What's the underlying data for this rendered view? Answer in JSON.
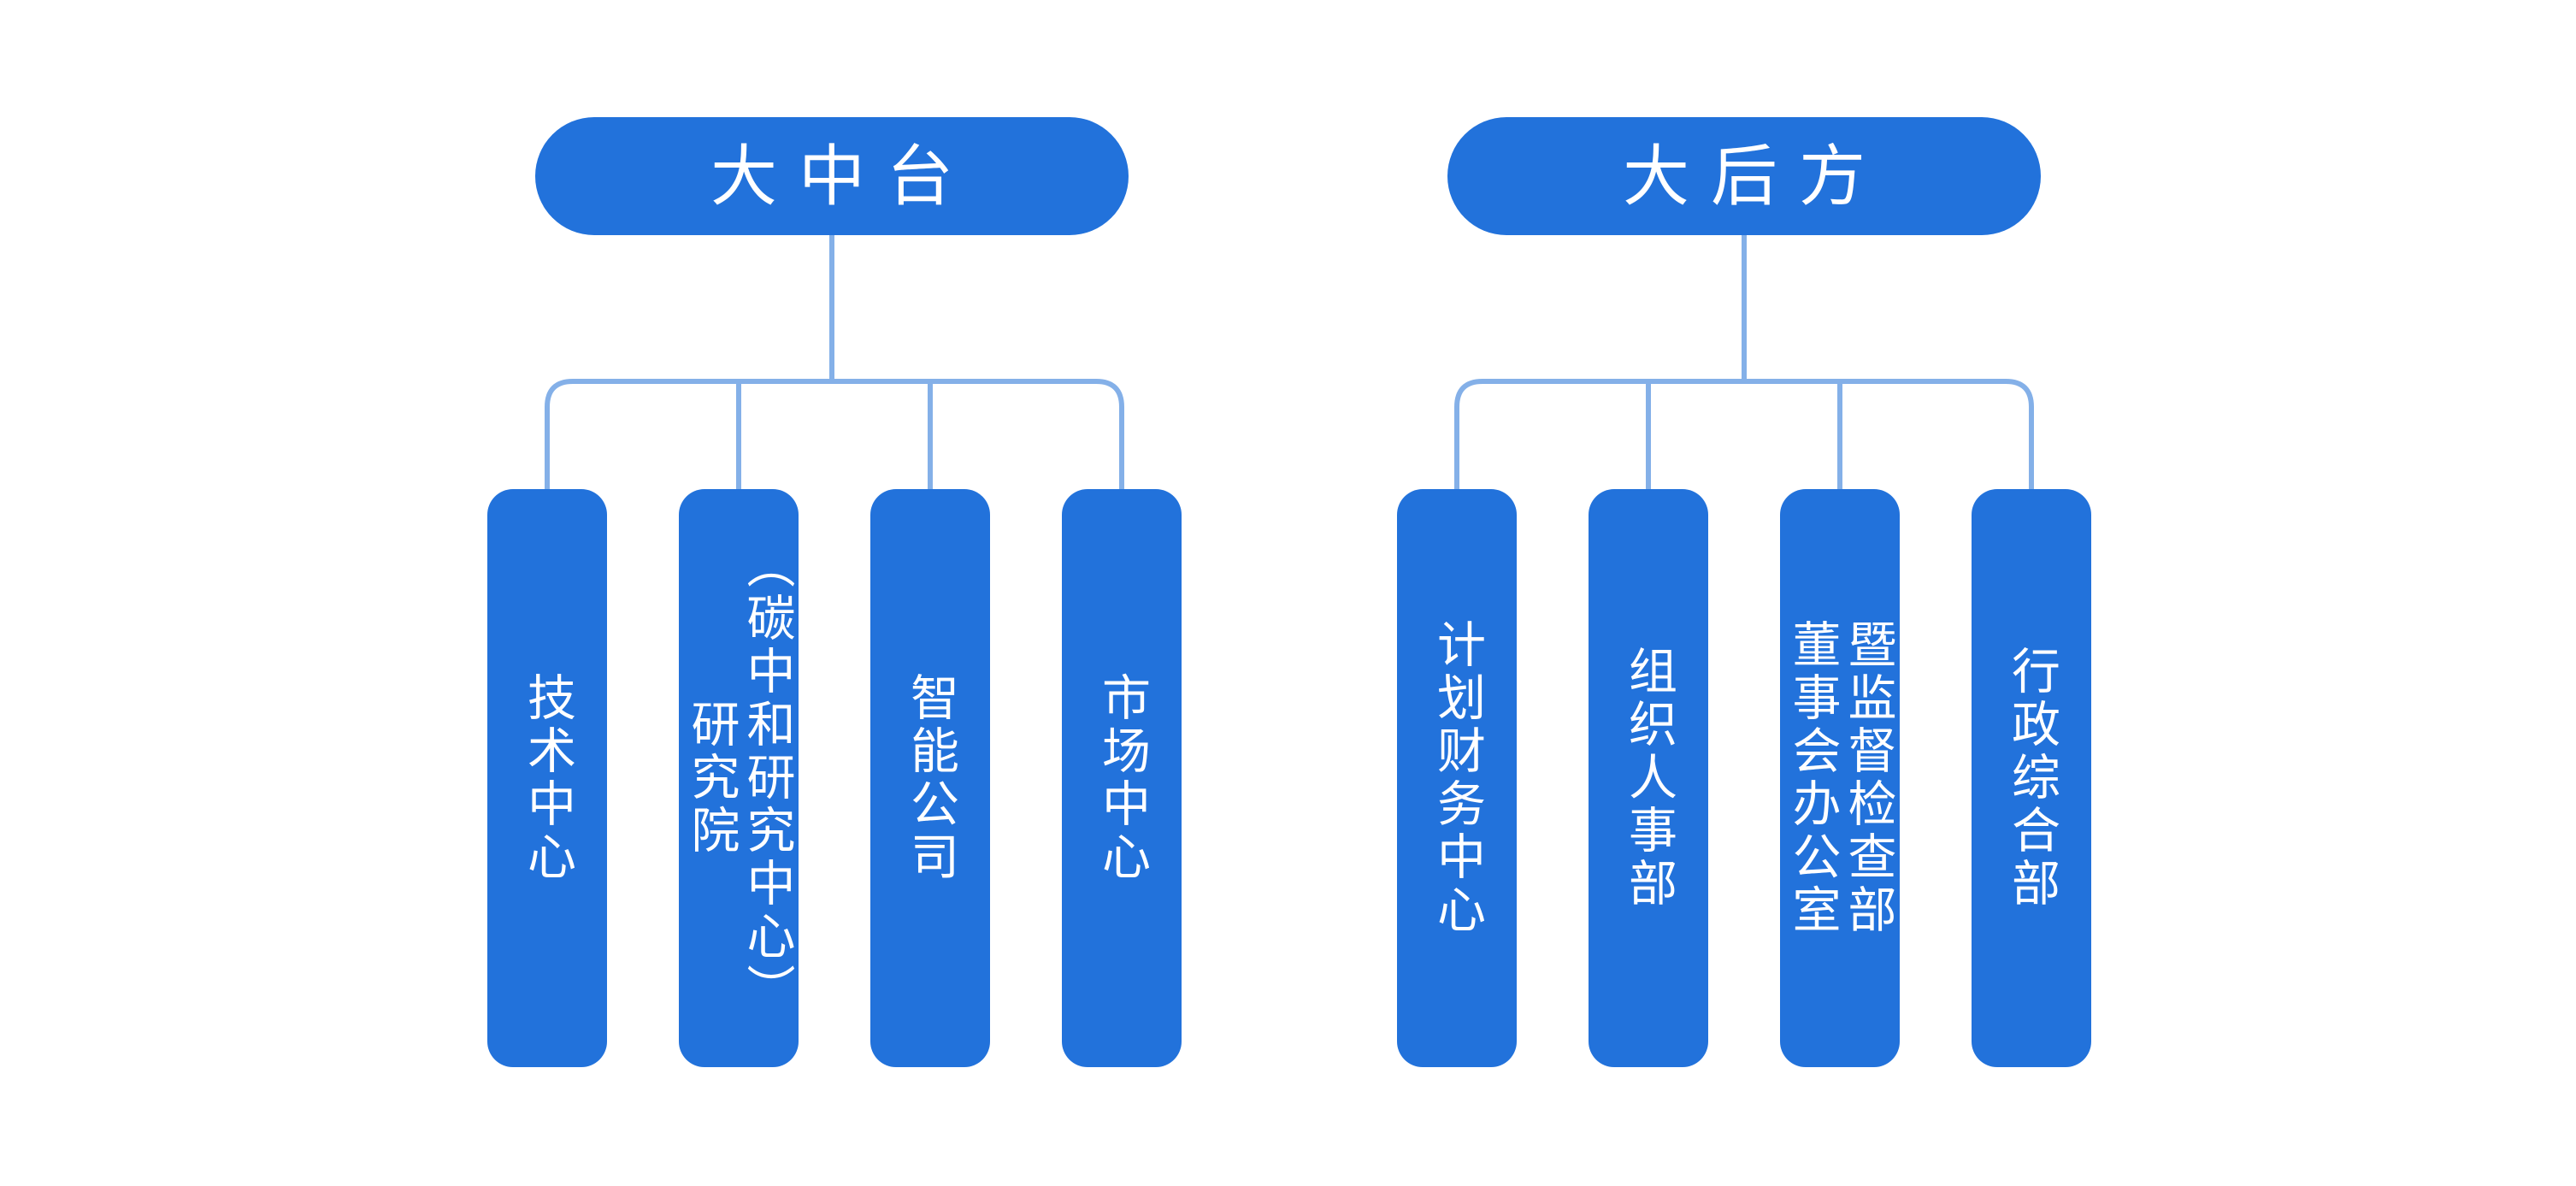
{
  "colors": {
    "background": "#ffffff",
    "node_fill": "#2272db",
    "node_text": "#ffffff",
    "connector": "#84b0e8"
  },
  "groups": [
    {
      "root": {
        "label": "大中台"
      },
      "children": [
        {
          "label": "技术中心"
        },
        {
          "label": "研究院\n（碳中和研究中心）"
        },
        {
          "label": "智能公司"
        },
        {
          "label": "市场中心"
        }
      ]
    },
    {
      "root": {
        "label": "大后方"
      },
      "children": [
        {
          "label": "计划财务中心"
        },
        {
          "label": "组织人事部"
        },
        {
          "label": "董事会办公室\n暨监督检查部"
        },
        {
          "label": "行政综合部"
        }
      ]
    }
  ]
}
